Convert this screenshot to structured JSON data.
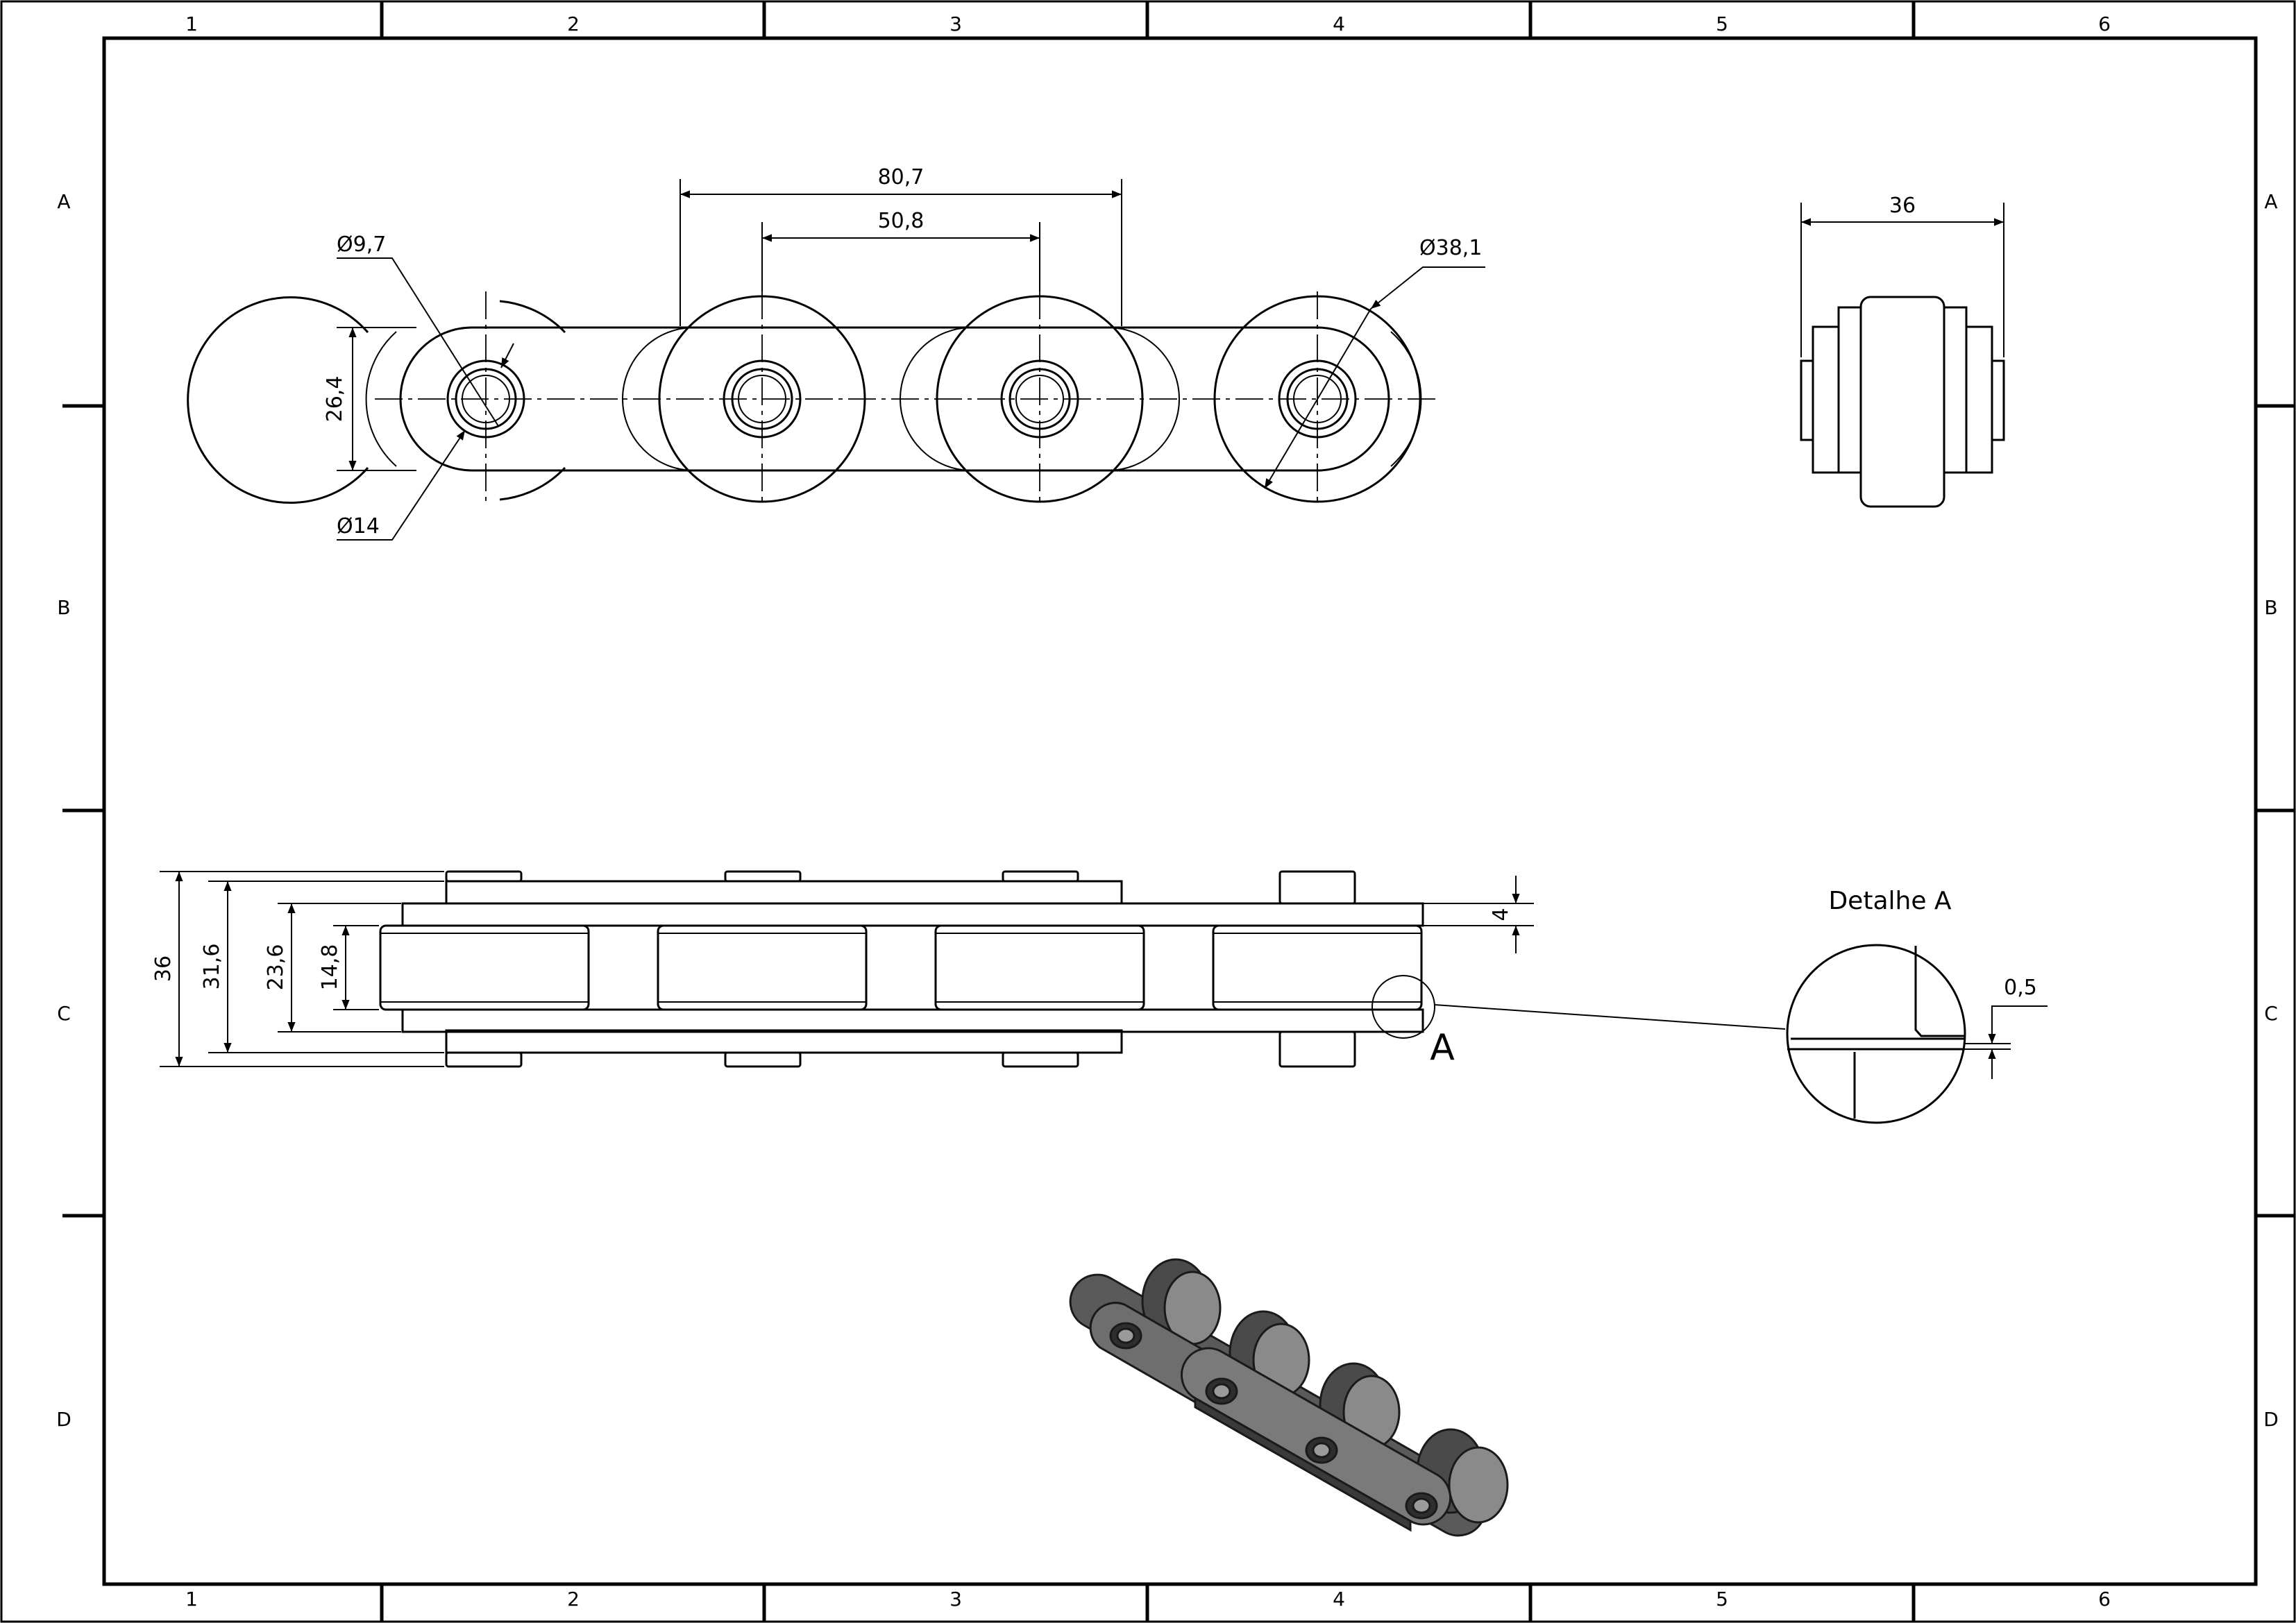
{
  "frame": {
    "columns": [
      "1",
      "2",
      "3",
      "4",
      "5",
      "6"
    ],
    "rows": [
      "A",
      "B",
      "C",
      "D"
    ]
  },
  "top_view": {
    "dim_pitch_outer": "80,7",
    "dim_pitch": "50,8",
    "dim_pin_diameter": "Ø9,7",
    "dim_bush_diameter": "Ø14",
    "dim_roller_diameter": "Ø38,1",
    "dim_plate_height": "26,4"
  },
  "end_view": {
    "dim_width": "36"
  },
  "front_view": {
    "dim_total_width": "36",
    "dim_outer_plates": "31,6",
    "dim_inner_plates": "23,6",
    "dim_roller_width": "14,8",
    "dim_plate_thickness": "4",
    "detail_marker": "A"
  },
  "detail": {
    "title": "Detalhe A",
    "dim_gap": "0,5"
  },
  "colors": {
    "line": "#000000",
    "background": "#ffffff",
    "iso_body": "#6e6e6e",
    "iso_dark": "#3a3a3a",
    "iso_light": "#9a9a9a"
  }
}
